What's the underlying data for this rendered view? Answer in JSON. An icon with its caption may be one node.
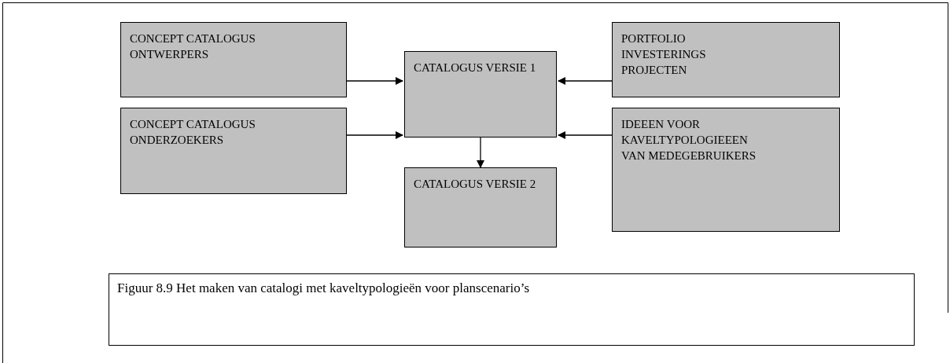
{
  "diagram": {
    "caption": "Figuur 8.9 Het maken van catalogi met kaveltypologieën voor planscenario’s",
    "nodes": [
      {
        "text": [
          "CONCEPT CATALOGUS ONTWERPERS"
        ]
      },
      {
        "text": [
          "CATALOGUS VERSIE 1"
        ]
      },
      {
        "text": [
          "PORTFOLIO INVESTERINGS PROJECTEN"
        ]
      },
      {
        "text": [
          "CONCEPT CATALOGUS ONDERZOEKERS"
        ]
      },
      {
        "text": [
          "CATALOGUS VERSIE 2"
        ]
      },
      {
        "text": [
          "IDEEEN VOOR KAVELTYPOLOGIEEEN VAN MEDEGEBRUIKERS"
        ]
      }
    ],
    "edges": [
      {
        "from": 0,
        "to": 1,
        "arrow": "to"
      },
      {
        "from": 2,
        "to": 1,
        "arrow": "to"
      },
      {
        "from": 3,
        "to": 1,
        "arrow": "to"
      },
      {
        "from": 5,
        "to": 1,
        "arrow": "to"
      },
      {
        "from": 1,
        "to": 4,
        "arrow": "to"
      }
    ]
  }
}
